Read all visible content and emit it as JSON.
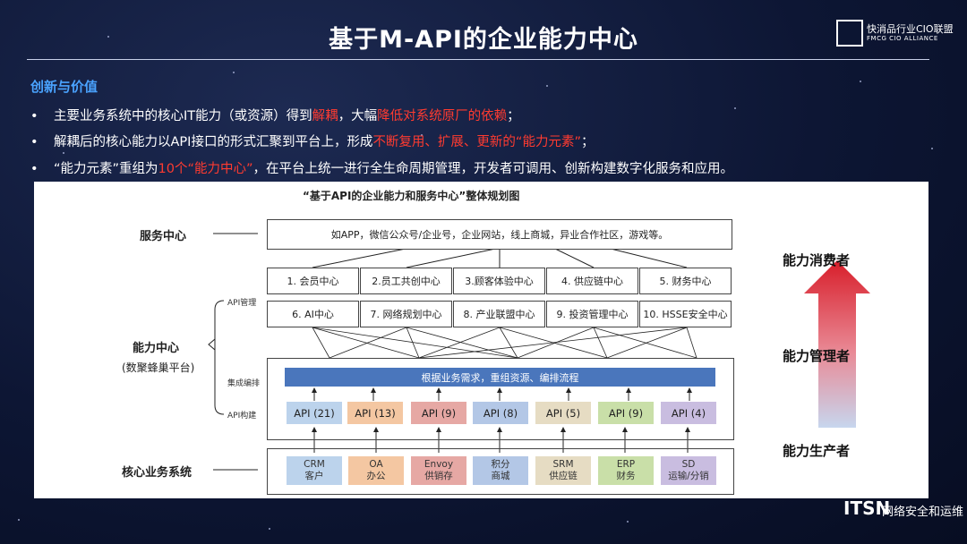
{
  "title": "基于M-API的企业能力中心",
  "logo": {
    "line1": "快消品行业CIO联盟",
    "line2": "FMCG CIO ALLIANCE"
  },
  "subheading": "创新与价值",
  "bullets": [
    {
      "dot": "•",
      "parts": [
        "主要业务系统中的核心IT能力（或资源）得到",
        "解耦",
        "，大幅",
        "降低对系统原厂的依赖",
        "；"
      ]
    },
    {
      "dot": "•",
      "parts": [
        "解耦后的核心能力以API接口的形式汇聚到平台上，形成",
        "不断复用、扩展、更新的“能力元素”",
        "；"
      ]
    },
    {
      "dot": "•",
      "parts": [
        "“能力元素”重组为",
        "10个“能力中心”",
        "，在平台上统一进行全生命周期管理，开发者可调用、创新构建数字化服务和应用。"
      ]
    }
  ],
  "diagram": {
    "title": "“基于API的企业能力和服务中心”整体规划图",
    "service_label": "服务中心",
    "service_box": "如APP，微信公众号/企业号，企业网站，线上商城，异业合作社区，游戏等。",
    "centers": [
      "1. 会员中心",
      "2.员工共创中心",
      "3.顾客体验中心",
      "4. 供应链中心",
      "5. 财务中心",
      "6. AI中心",
      "7. 网络规划中心",
      "8. 产业联盟中心",
      "9. 投资管理中心",
      "10. HSSE安全中心"
    ],
    "capability_label": "能力中心",
    "capability_sub": "(数聚蜂巢平台)",
    "api_mgmt": "API管理",
    "integration": "集成编排",
    "api_build": "API构建",
    "orchestration_bar": "根据业务需求，重组资源、编排流程",
    "apis": [
      {
        "label": "API (21)",
        "color": "#bcd3ec"
      },
      {
        "label": "API (13)",
        "color": "#f4c7a2"
      },
      {
        "label": "API (9)",
        "color": "#e6a8a4"
      },
      {
        "label": "API (8)",
        "color": "#b3c7e6"
      },
      {
        "label": "API (5)",
        "color": "#e6dcc3"
      },
      {
        "label": "API (9)",
        "color": "#c9dfa8"
      },
      {
        "label": "API (4)",
        "color": "#c9bde0"
      }
    ],
    "core_label": "核心业务系统",
    "systems": [
      {
        "l1": "CRM",
        "l2": "客户",
        "color": "#bcd3ec"
      },
      {
        "l1": "OA",
        "l2": "办公",
        "color": "#f4c7a2"
      },
      {
        "l1": "Envoy",
        "l2": "供销存",
        "color": "#e6a8a4"
      },
      {
        "l1": "积分",
        "l2": "商城",
        "color": "#b3c7e6"
      },
      {
        "l1": "SRM",
        "l2": "供应链",
        "color": "#e6dcc3"
      },
      {
        "l1": "ERP",
        "l2": "财务",
        "color": "#c9dfa8"
      },
      {
        "l1": "SD",
        "l2": "运输/分销",
        "color": "#c9bde0"
      }
    ],
    "right_labels": [
      "能力消费者",
      "能力管理者",
      "能力生产者"
    ]
  },
  "watermark": {
    "brand": "ITSN",
    "text": "网络安全和运维"
  }
}
